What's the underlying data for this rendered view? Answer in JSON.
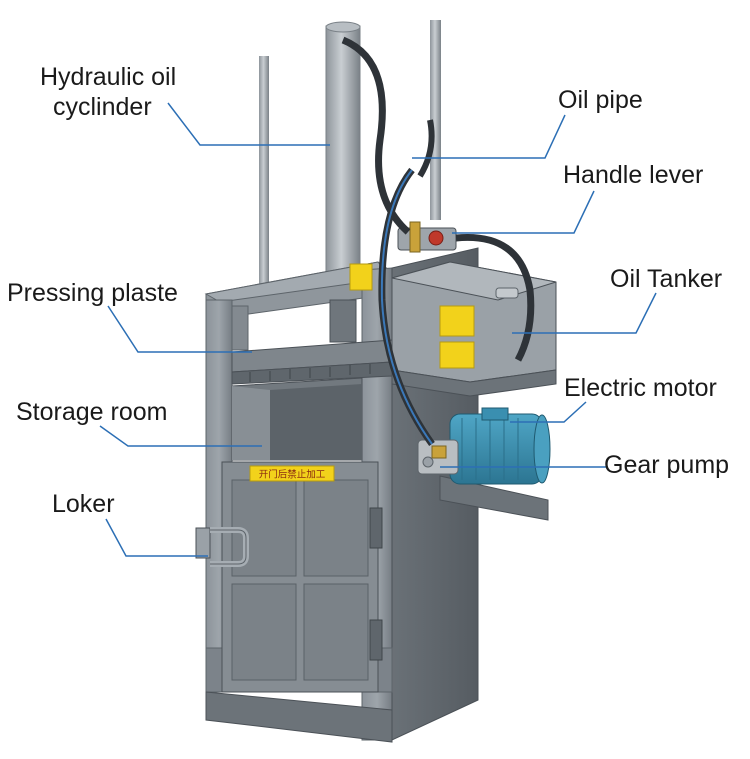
{
  "labels": {
    "hydraulic_cylinder": [
      "Hydraulic oil",
      "cyclinder"
    ],
    "oil_pipe": "Oil pipe",
    "handle_lever": "Handle lever",
    "oil_tanker": "Oil Tanker",
    "pressing_plate": "Pressing plaste",
    "electric_motor": "Electric motor",
    "storage_room": "Storage room",
    "gear_pump": "Gear pump",
    "locker": "Loker"
  },
  "warning_sign": "开门后禁止加工",
  "colors": {
    "frame": "#7c838a",
    "frame_dark": "#5d646a",
    "frame_light": "#9aa1a7",
    "leader_line": "#2c6fb5",
    "motor": "#3a8fb0",
    "warning": "#f2d21b",
    "text": "#1a1a1a"
  }
}
